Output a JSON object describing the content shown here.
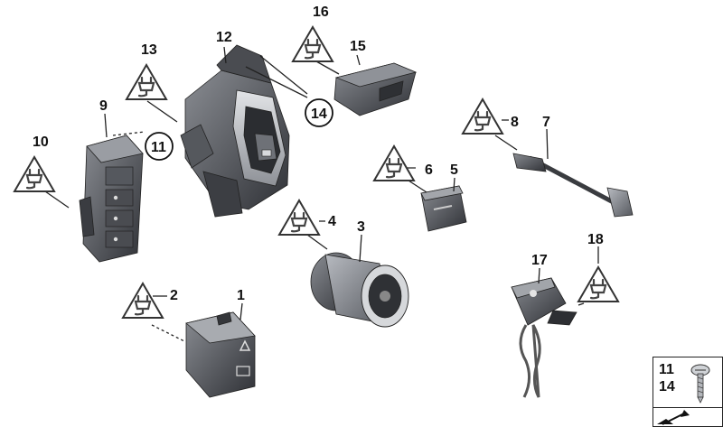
{
  "callouts": {
    "c1": "1",
    "c2": "2",
    "c3": "3",
    "c4": "4",
    "c5": "5",
    "c6": "6",
    "c7": "7",
    "c8": "8",
    "c9": "9",
    "c10": "10",
    "c11": "11",
    "c12": "12",
    "c13": "13",
    "c14": "14",
    "c15": "15",
    "c16": "16",
    "c17": "17",
    "c18": "18"
  },
  "legend": {
    "top": "11",
    "bottom": "14"
  },
  "colors": {
    "part_dark": "#3d3f44",
    "part_mid": "#6f7278",
    "part_light": "#b9bcc1",
    "label_circle": "#111111"
  },
  "icons": [
    "warning-plug-icon",
    "screw-icon",
    "arrow-icon"
  ]
}
